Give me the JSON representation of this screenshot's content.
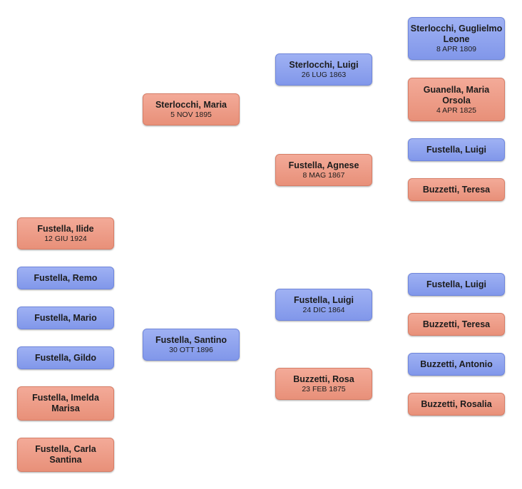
{
  "children": [
    {
      "name": "Fustella, Ilide",
      "date": "12 GIU 1924",
      "sex": "f"
    },
    {
      "name": "Fustella, Remo",
      "date": "",
      "sex": "m"
    },
    {
      "name": "Fustella, Mario",
      "date": "",
      "sex": "m"
    },
    {
      "name": "Fustella, Gildo",
      "date": "",
      "sex": "m"
    },
    {
      "name": "Fustella, Imelda Marisa",
      "date": "",
      "sex": "f"
    },
    {
      "name": "Fustella, Carla Santina",
      "date": "",
      "sex": "f"
    }
  ],
  "parents": [
    {
      "name": "Sterlocchi, Maria",
      "date": "5 NOV 1895",
      "sex": "f"
    },
    {
      "name": "Fustella, Santino",
      "date": "30 OTT 1896",
      "sex": "m"
    }
  ],
  "grandparents": [
    {
      "name": "Sterlocchi, Luigi",
      "date": "26 LUG 1863",
      "sex": "m"
    },
    {
      "name": "Fustella, Agnese",
      "date": "8 MAG 1867",
      "sex": "f"
    },
    {
      "name": "Fustella, Luigi",
      "date": "24 DIC 1864",
      "sex": "m"
    },
    {
      "name": "Buzzetti, Rosa",
      "date": "23 FEB 1875",
      "sex": "f"
    }
  ],
  "great_grandparents": [
    {
      "name": "Sterlocchi, Guglielmo Leone",
      "date": "8 APR 1809",
      "sex": "m"
    },
    {
      "name": "Guanella, Maria Orsola",
      "date": "4 APR 1825",
      "sex": "f"
    },
    {
      "name": "Fustella, Luigi",
      "date": "",
      "sex": "m"
    },
    {
      "name": "Buzzetti, Teresa",
      "date": "",
      "sex": "f"
    },
    {
      "name": "Fustella, Luigi",
      "date": "",
      "sex": "m"
    },
    {
      "name": "Buzzetti, Teresa",
      "date": "",
      "sex": "f"
    },
    {
      "name": "Buzzetti, Antonio",
      "date": "",
      "sex": "m"
    },
    {
      "name": "Buzzetti, Rosalia",
      "date": "",
      "sex": "f"
    }
  ],
  "colors": {
    "male": "#8a9ff0",
    "female": "#eb9a84"
  }
}
